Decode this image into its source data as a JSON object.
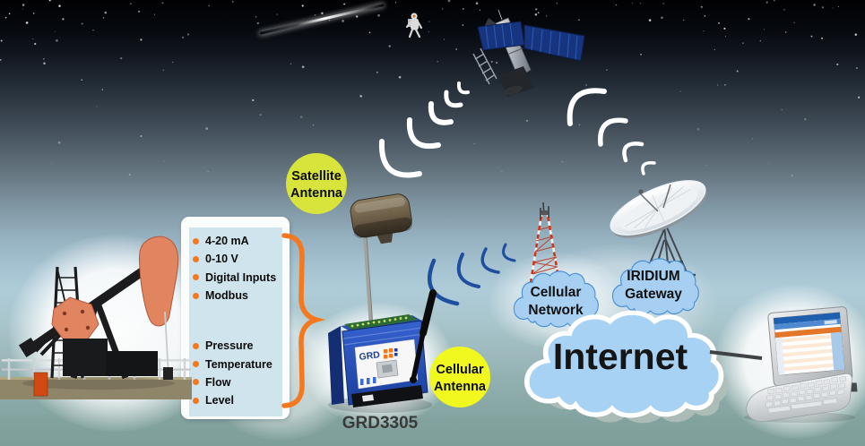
{
  "panel": {
    "signal_inputs": [
      "4-20 mA",
      "0-10 V",
      "Digital Inputs",
      "Modbus"
    ],
    "measurements": [
      "Pressure",
      "Temperature",
      "Flow",
      "Level"
    ]
  },
  "labels": {
    "satellite_antenna": {
      "line1": "Satellite",
      "line2": "Antenna"
    },
    "cellular_antenna": {
      "line1": "Cellular",
      "line2": "Antenna"
    }
  },
  "device": {
    "model": "GRD3305",
    "brand": "GRD"
  },
  "network": {
    "cellular_cloud": {
      "line1": "Cellular",
      "line2": "Network"
    },
    "iridium_cloud": {
      "line1": "IRIDIUM",
      "line2": "Gateway"
    },
    "internet_cloud": {
      "label": "Internet"
    }
  },
  "colors": {
    "accent_orange": "#f4791e",
    "satellite_label_bg": "#d8e33c",
    "cellular_label_bg": "#f1f81f",
    "cloud_fill": "#a8d2f4",
    "cloud_border": "#4a90d8",
    "signal_blue": "#1e4f9f",
    "signal_white": "#ffffff"
  }
}
